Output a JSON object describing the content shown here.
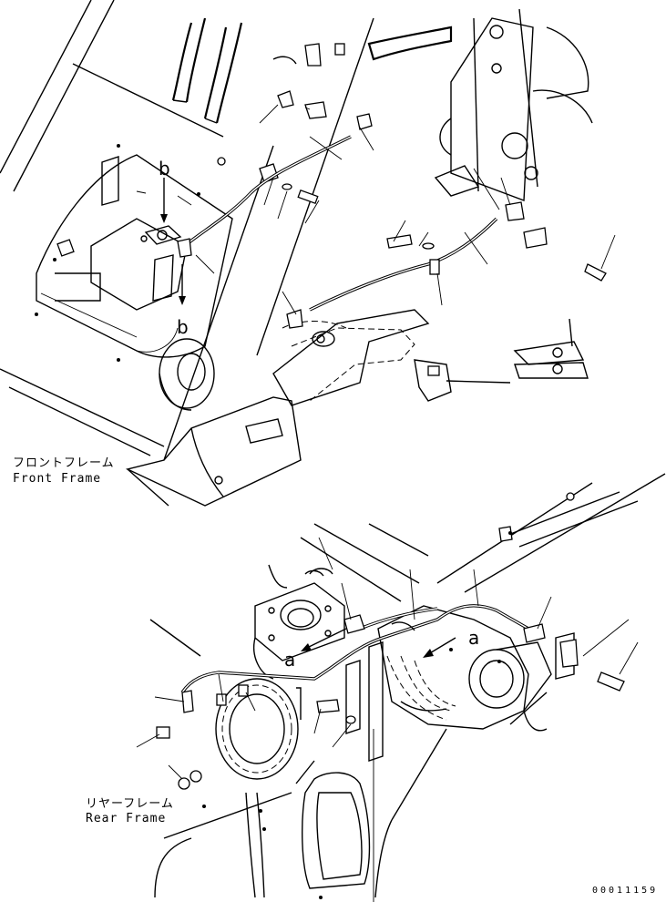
{
  "labels": {
    "front_frame_jp": "フロントフレーム",
    "front_frame_en": "Front Frame",
    "rear_frame_jp": "リヤーフレーム",
    "rear_frame_en": "Rear Frame",
    "view_b_top": "b",
    "view_b_bottom": "b",
    "view_a_left": "a",
    "view_a_right": "a"
  },
  "document_number": "00011159"
}
